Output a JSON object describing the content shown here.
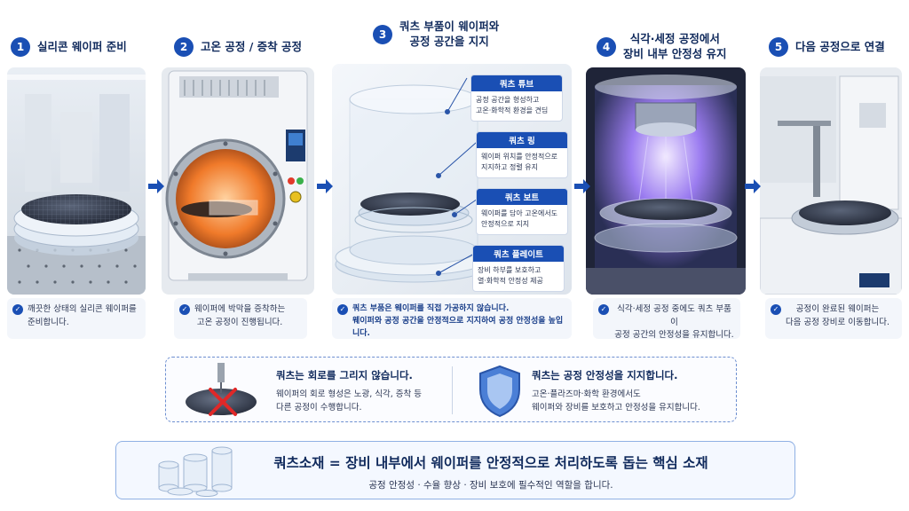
{
  "steps": [
    {
      "num": "1",
      "title": "실리콘 웨이퍼 준비",
      "caption": [
        "깨끗한 상태의 실리콘 웨이퍼를",
        "준비합니다."
      ]
    },
    {
      "num": "2",
      "title": "고온 공정 / 증착 공정",
      "caption": [
        "웨이퍼에 박막을 증착하는",
        "고온 공정이 진행됩니다."
      ]
    },
    {
      "num": "3",
      "title_lines": [
        "쿼츠 부품이 웨이퍼와",
        "공정 공간을 지지"
      ],
      "caption": [
        "쿼츠 부품은 웨이퍼를 직접 가공하지 않습니다.",
        "웨이퍼와 공정 공간을 안정적으로 지지하여 공정 안정성을 높입니다."
      ]
    },
    {
      "num": "4",
      "title_lines": [
        "식각·세정 공정에서",
        "장비 내부 안정성 유지"
      ],
      "caption": [
        "식각·세정 공정 중에도 쿼츠 부품이",
        "공정 공간의 안정성을 유지합니다."
      ]
    },
    {
      "num": "5",
      "title": "다음 공정으로 연결",
      "caption": [
        "공정이 완료된 웨이퍼는",
        "다음 공정 장비로 이동합니다."
      ]
    }
  ],
  "labels": [
    {
      "title": "쿼츠 튜브",
      "desc": [
        "공정 공간을 형성하고",
        "고온·화학적 환경을 견딤"
      ]
    },
    {
      "title": "쿼츠 링",
      "desc": [
        "웨이퍼 위치를 안정적으로",
        "지지하고 정렬 유지"
      ]
    },
    {
      "title": "쿼츠 보트",
      "desc": [
        "웨이퍼를 담아 고온에서도",
        "안정적으로 지지"
      ]
    },
    {
      "title": "쿼츠 플레이트",
      "desc": [
        "장비 하부를 보호하고",
        "열·화학적 안정성 제공"
      ]
    }
  ],
  "middle": {
    "left": {
      "title": "쿼츠는 회로를 그리지 않습니다.",
      "desc": [
        "웨이퍼의 회로 형성은 노광, 식각, 증착 등",
        "다른 공정이 수행합니다."
      ]
    },
    "right": {
      "title": "쿼츠는 공정 안정성을 지지합니다.",
      "desc": [
        "고온·플라즈마·화학 환경에서도",
        "웨이퍼와 장비를 보호하고 안정성을 유지합니다."
      ]
    }
  },
  "bottom": {
    "title": "쿼츠소재 = 장비 내부에서 웨이퍼를 안정적으로 처리하도록 돕는 핵심 소재",
    "subtitle": "공정 안정성 · 수율 향상 · 장비 보호에 필수적인 역할을 합니다."
  },
  "colors": {
    "accent": "#1a4fb4",
    "glow": "#f07a2a",
    "plasma": "#9b7cf0",
    "cross": "#e02828"
  },
  "icons": {
    "check": "check-icon",
    "arrow": "right-arrow-icon",
    "shield": "shield-icon",
    "cross": "cross-icon"
  }
}
